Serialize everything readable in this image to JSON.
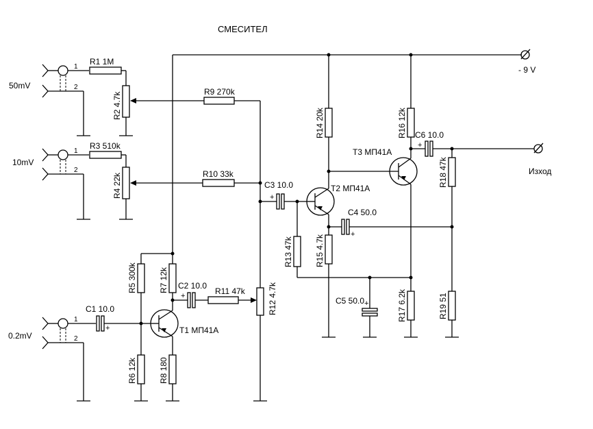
{
  "title": "СМЕСИТЕЛ",
  "supply": "- 9 V",
  "output": "Изход",
  "inputs": {
    "in1": "50mV",
    "in2": "10mV",
    "in3": "0.2mV"
  },
  "pins": {
    "one": "1",
    "two": "2"
  },
  "resistors": {
    "R1": "R1 1M",
    "R2": "R2 4.7k",
    "R3": "R3 510k",
    "R4": "R4 22k",
    "R5": "R5 300k",
    "R6": "R6 12k",
    "R7": "R7 12k",
    "R8": "R8 180",
    "R9": "R9 270k",
    "R10": "R10 33k",
    "R11": "R11 47k",
    "R12": "R12 4.7k",
    "R13": "R13 47k",
    "R14": "R14 20k",
    "R15": "R15 4.7k",
    "R16": "R16 12k",
    "R17": "R17 6.2k",
    "R18": "R18 47k",
    "R19": "R19 51"
  },
  "capacitors": {
    "C1": "C1 10.0",
    "C2": "C2 10.0",
    "C3": "C3 10.0",
    "C4": "C4 50.0",
    "C5": "C5 50.0",
    "C6": "C6 10.0"
  },
  "transistors": {
    "T1": "T1 МП41А",
    "T2": "T2 МП41А",
    "T3": "T3 МП41А"
  }
}
